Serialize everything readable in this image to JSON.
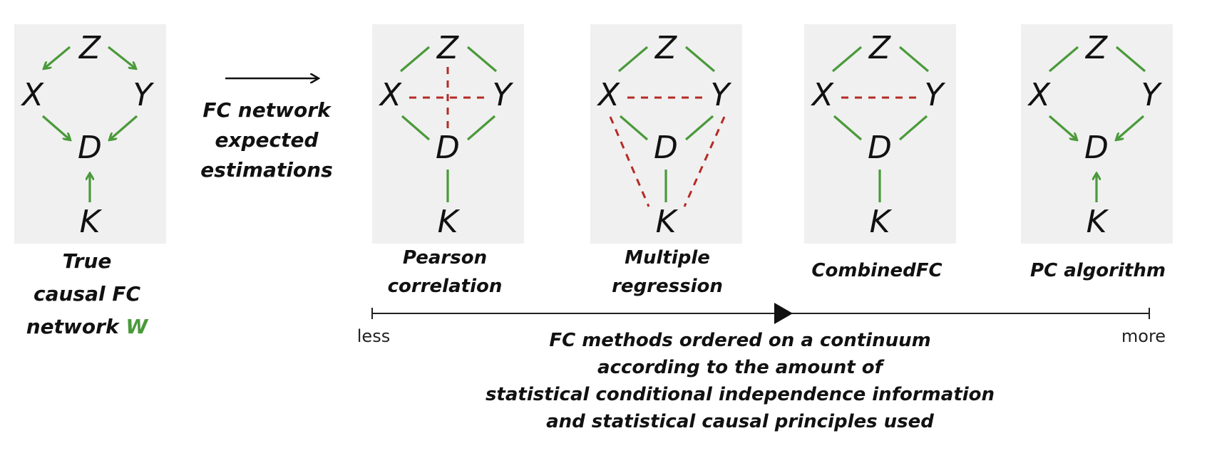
{
  "nodes": {
    "z": "Z",
    "x": "X",
    "y": "Y",
    "d": "D",
    "k": "K"
  },
  "true_network": {
    "caption_line1": "True",
    "caption_line2": "causal FC",
    "caption_line3_prefix": "network ",
    "caption_line3_symbol": "W"
  },
  "transition": {
    "line1": "FC network",
    "line2": "expected",
    "line3": "estimations"
  },
  "methods": [
    {
      "line1": "Pearson",
      "line2": "correlation"
    },
    {
      "line1": "Multiple",
      "line2": "regression"
    },
    {
      "line1": "CombinedFC"
    },
    {
      "line1": "PC algorithm"
    }
  ],
  "continuum": {
    "left_label": "less",
    "right_label": "more",
    "description": [
      "FC methods ordered on a continuum",
      "according to the amount of",
      "statistical conditional independence information",
      "and statistical causal principles used"
    ]
  },
  "colors": {
    "directed_edge": "#4a9a3a",
    "undirected_edge": "#4a9a3a",
    "spurious_edge": "#b52a24",
    "panel_background": "#f0f0f0"
  }
}
